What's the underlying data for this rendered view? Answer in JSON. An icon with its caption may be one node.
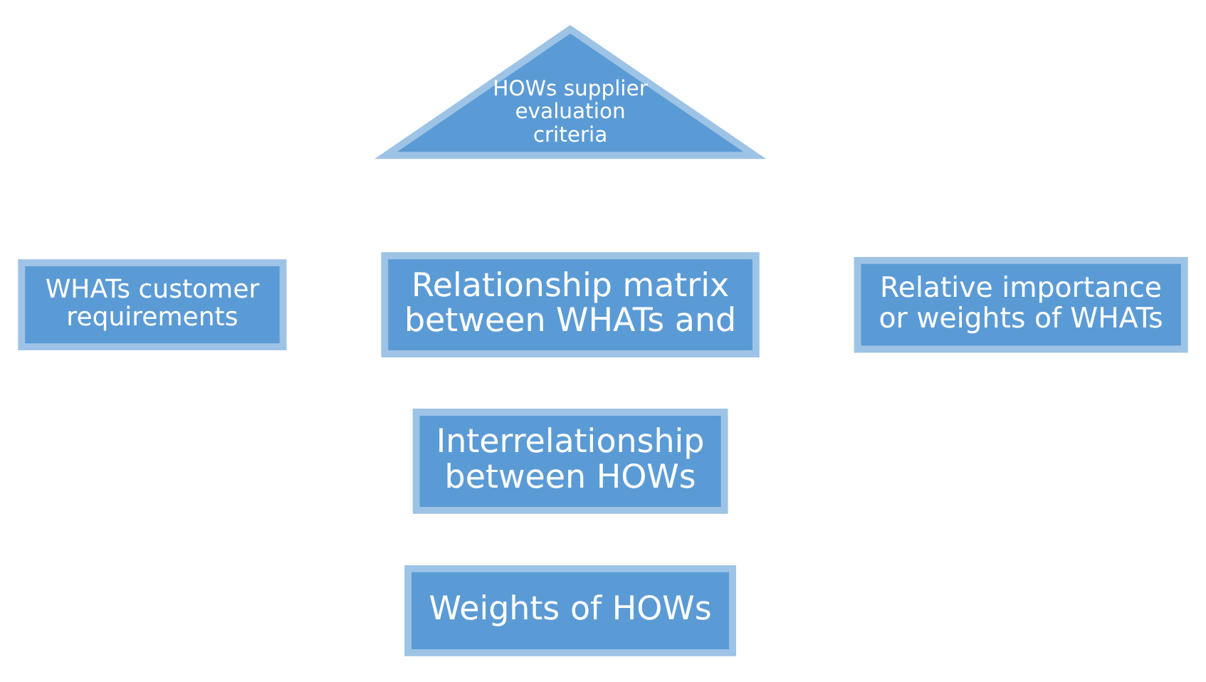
{
  "diagram": {
    "nodes": [
      {
        "text": [
          "HOWs supplier evaluation criteria"
        ]
      },
      {
        "text": [
          "WHATs customer requirements"
        ]
      },
      {
        "text": [
          "Relationship matrix between WHATs and"
        ]
      },
      {
        "text": [
          "Relative importance or weights of WHATs"
        ]
      },
      {
        "text": [
          "Interrelationship between HOWs"
        ]
      },
      {
        "text": [
          "Weights of HOWs"
        ]
      }
    ]
  }
}
